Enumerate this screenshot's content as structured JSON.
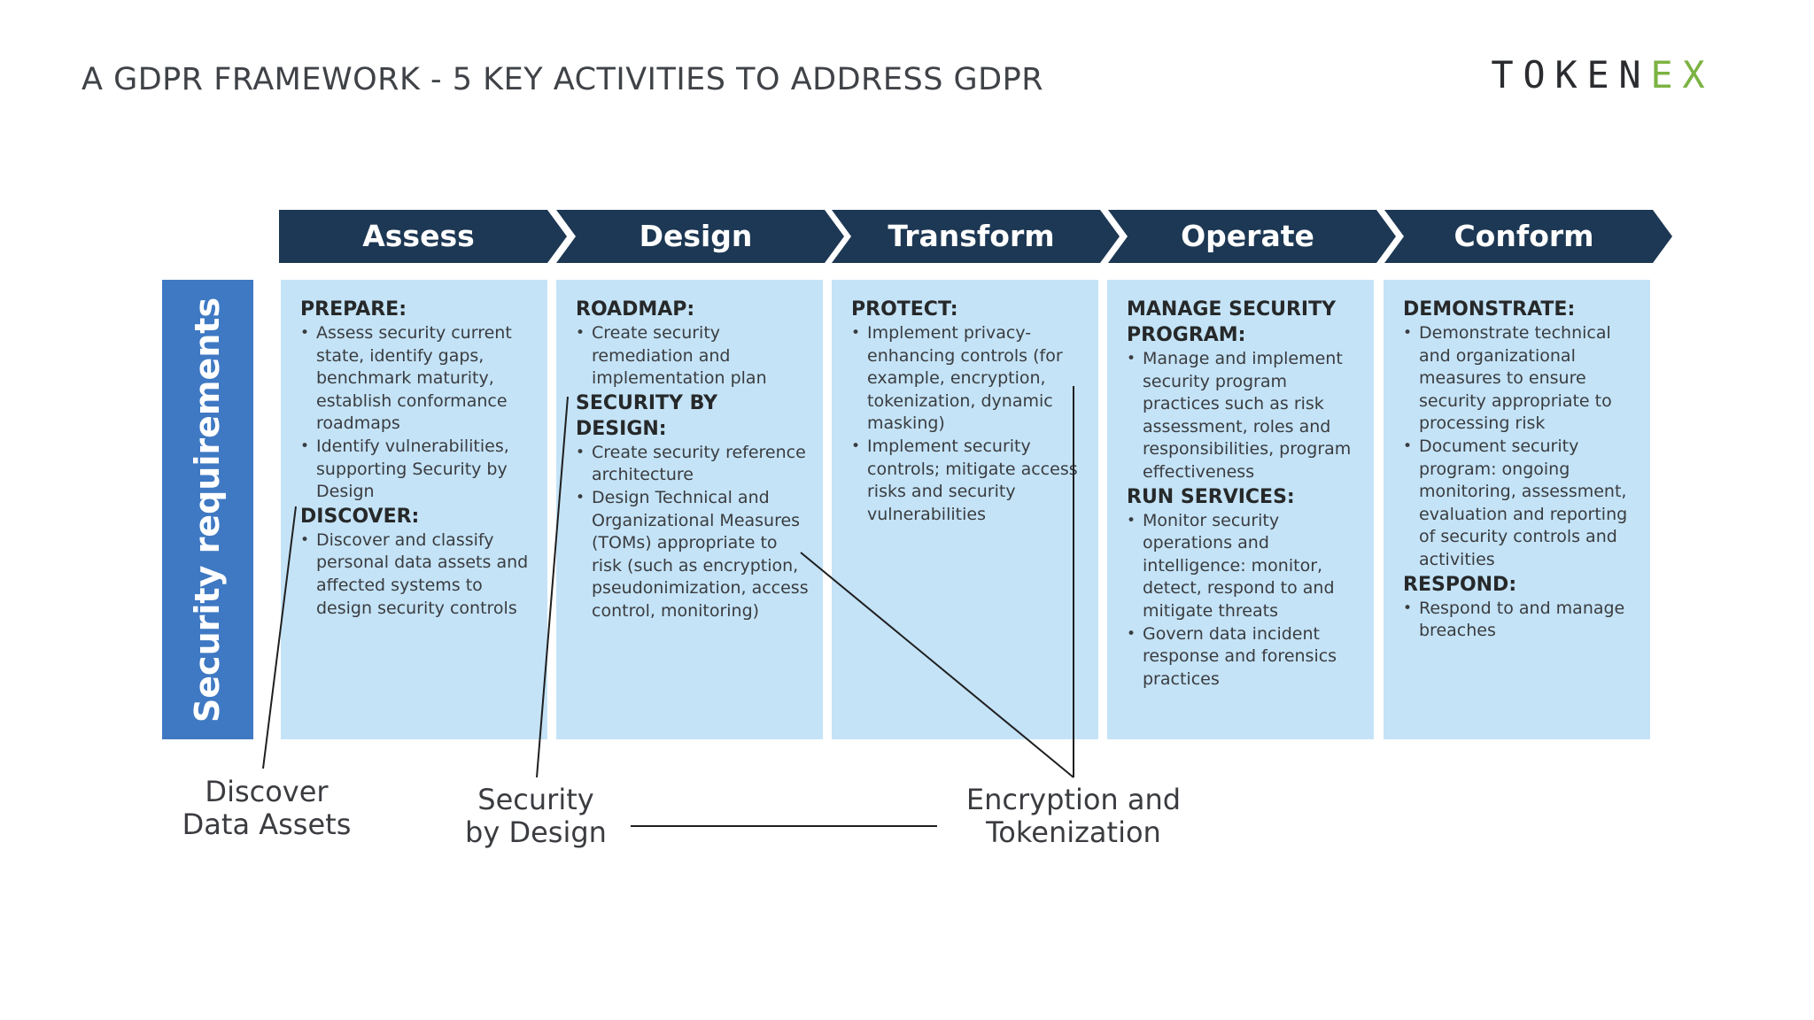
{
  "title": "A GDPR FRAMEWORK - 5 KEY ACTIVITIES TO ADDRESS GDPR",
  "logo": {
    "letters": [
      "T",
      "O",
      "K",
      "E",
      "N",
      "E",
      "X"
    ],
    "colors": [
      "#2a2c2f",
      "#2a2c2f",
      "#2a2c2f",
      "#2a2c2f",
      "#2a2c2f",
      "#7cb342",
      "#7cb342"
    ]
  },
  "colors": {
    "chevron": "#1d3854",
    "sidebar": "#3f79c3",
    "panel": "#c4e3f7"
  },
  "sidebar_label": "Security requirements",
  "phases": [
    {
      "label": "Assess",
      "sections": [
        {
          "heading": "PREPARE:",
          "bullets": [
            "Assess security current state, identify gaps, benchmark maturity, establish conformance roadmaps",
            "Identify vulnerabilities, supporting Security by Design"
          ]
        },
        {
          "heading": "DISCOVER:",
          "bullets": [
            "Discover and classify personal data assets and affected systems to design security controls"
          ]
        }
      ]
    },
    {
      "label": "Design",
      "sections": [
        {
          "heading": "ROADMAP:",
          "bullets": [
            "Create security remediation and implementation plan"
          ]
        },
        {
          "heading": "SECURITY BY DESIGN:",
          "bullets": [
            "Create security reference architecture",
            "Design Technical and Organizational Measures (TOMs) appropriate to risk (such as encryption, pseudonimization, access control, monitoring)"
          ]
        }
      ]
    },
    {
      "label": "Transform",
      "sections": [
        {
          "heading": "PROTECT:",
          "bullets": [
            "Implement privacy-enhancing controls (for example, encryption, tokenization, dynamic masking)",
            "Implement security controls; mitigate access risks and security vulnerabilities"
          ]
        }
      ]
    },
    {
      "label": "Operate",
      "sections": [
        {
          "heading": "MANAGE SECURITY PROGRAM:",
          "bullets": [
            "Manage and implement security program practices such as risk assessment, roles and responsibilities, program effectiveness"
          ]
        },
        {
          "heading": "RUN SERVICES:",
          "bullets": [
            "Monitor security operations and intelligence: monitor, detect, respond to and mitigate threats",
            "Govern data incident response and forensics practices"
          ]
        }
      ]
    },
    {
      "label": "Conform",
      "sections": [
        {
          "heading": "DEMONSTRATE:",
          "bullets": [
            "Demonstrate technical and organizational measures to ensure security appropriate to processing risk",
            "Document security program: ongoing monitoring, assessment, evaluation and reporting of security controls and activities"
          ]
        },
        {
          "heading": "RESPOND:",
          "bullets": [
            "Respond to and manage breaches"
          ]
        }
      ]
    }
  ],
  "callouts": {
    "discover": [
      "Discover",
      "Data Assets"
    ],
    "security": [
      "Security",
      "by Design"
    ],
    "encryption": [
      "Encryption and",
      "Tokenization"
    ]
  }
}
